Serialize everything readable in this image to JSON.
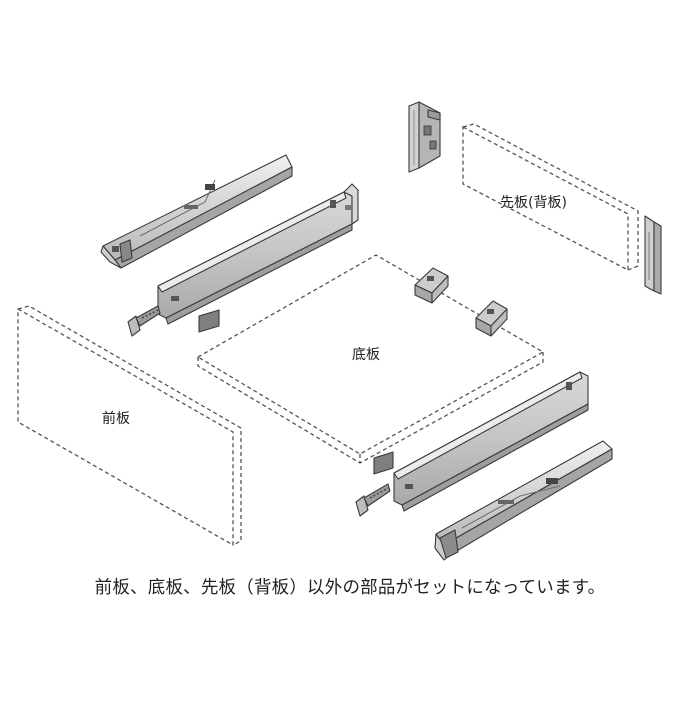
{
  "labels": {
    "front_panel": "前板",
    "bottom_panel": "底板",
    "back_panel": "先板(背板)"
  },
  "caption": "前板、底板、先板（背板）以外の部品がセットになっています。",
  "colors": {
    "metal_light": "#e4e4e4",
    "metal_mid": "#bdbdbd",
    "metal_dark": "#7a7a7a",
    "outline": "#3a3a3a",
    "dashed": "#555555"
  }
}
